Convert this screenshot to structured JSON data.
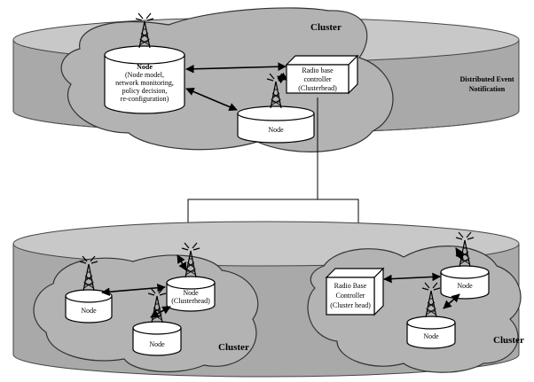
{
  "upper_section": {
    "cluster_label": "Cluster",
    "side_label_line1": "Distributed Event",
    "side_label_line2": "Notification",
    "main_node": {
      "title": "Node",
      "line1": "(Node model,",
      "line2": "network monitoring,",
      "line3": "policy decision,",
      "line4": "re-configuration)"
    },
    "controller": {
      "line1": "Radio base",
      "line2": "controller",
      "line3": "(Clusterhead)"
    },
    "small_node": "Node"
  },
  "lower_section": {
    "left_cluster": {
      "label": "Cluster",
      "head_node_line1": "Node",
      "head_node_line2": "(Clusterhead)",
      "node_a": "Node",
      "node_b": "Node"
    },
    "right_cluster": {
      "label": "Cluster",
      "controller_line1": "Radio Base",
      "controller_line2": "Controller",
      "controller_line3": "(Cluster head)",
      "node_a": "Node",
      "node_b": "Node"
    }
  },
  "colors": {
    "platform_fill": "#c8c8c8",
    "platform_body": "#a9a9a9",
    "stroke": "#444444"
  }
}
